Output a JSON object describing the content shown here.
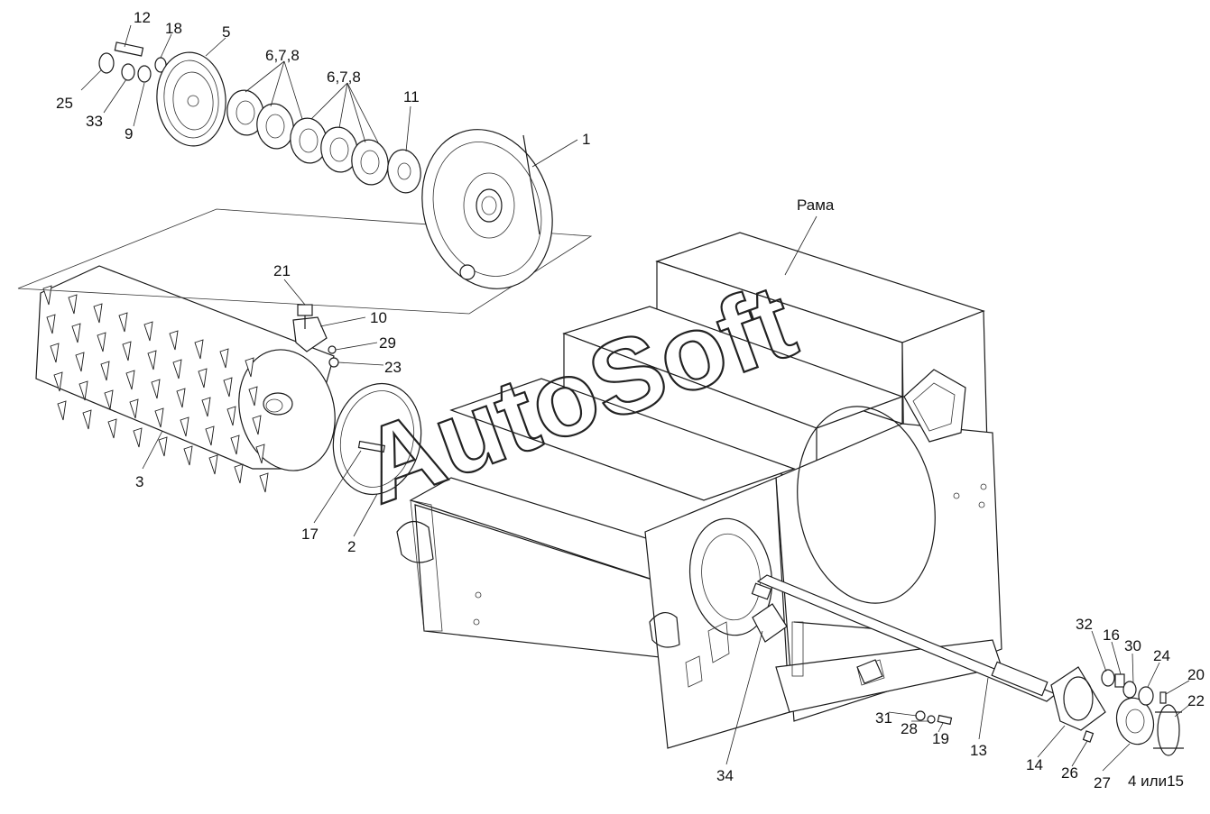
{
  "frame_label": "Рама",
  "watermark": "AutoSoft",
  "callouts": {
    "c12": "12",
    "c18": "18",
    "c5": "5",
    "c678a": "6,7,8",
    "c678b": "6,7,8",
    "c25": "25",
    "c33": "33",
    "c9": "9",
    "c11": "11",
    "c1": "1",
    "c21": "21",
    "c10": "10",
    "c29": "29",
    "c23": "23",
    "c3": "3",
    "c17": "17",
    "c2": "2",
    "c32": "32",
    "c16": "16",
    "c30": "30",
    "c24": "24",
    "c20": "20",
    "c22": "22",
    "c31": "31",
    "c28": "28",
    "c19": "19",
    "c13": "13",
    "c14": "14",
    "c26": "26",
    "c27": "27",
    "c415": "4 или15",
    "c34": "34"
  }
}
